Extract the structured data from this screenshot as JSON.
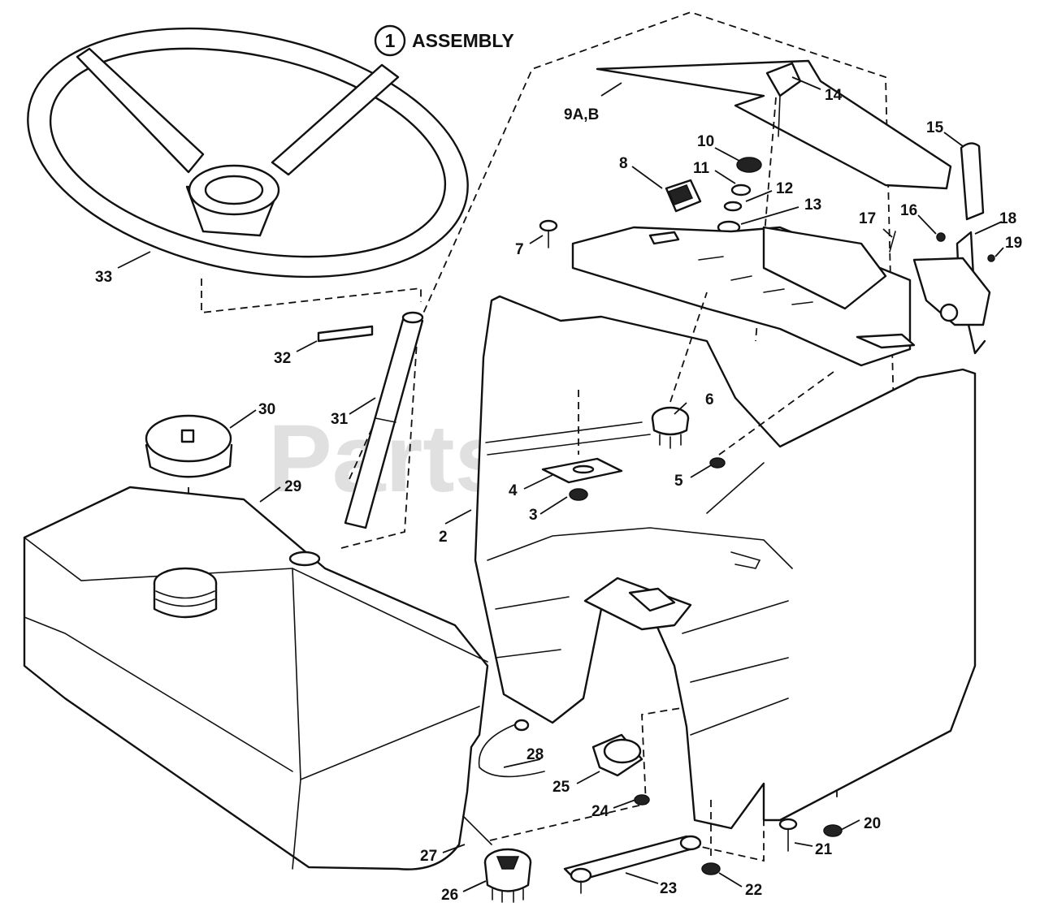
{
  "title": {
    "circle_number": "1",
    "label": "ASSEMBLY"
  },
  "watermark": {
    "text": "PartsTree",
    "trademark": "™"
  },
  "callouts": [
    "2",
    "3",
    "4",
    "5",
    "6",
    "7",
    "8",
    "9A,B",
    "10",
    "11",
    "12",
    "13",
    "14",
    "15",
    "16",
    "17",
    "18",
    "19",
    "20",
    "21",
    "22",
    "23",
    "24",
    "25",
    "26",
    "27",
    "28",
    "29",
    "30",
    "31",
    "32",
    "33"
  ]
}
